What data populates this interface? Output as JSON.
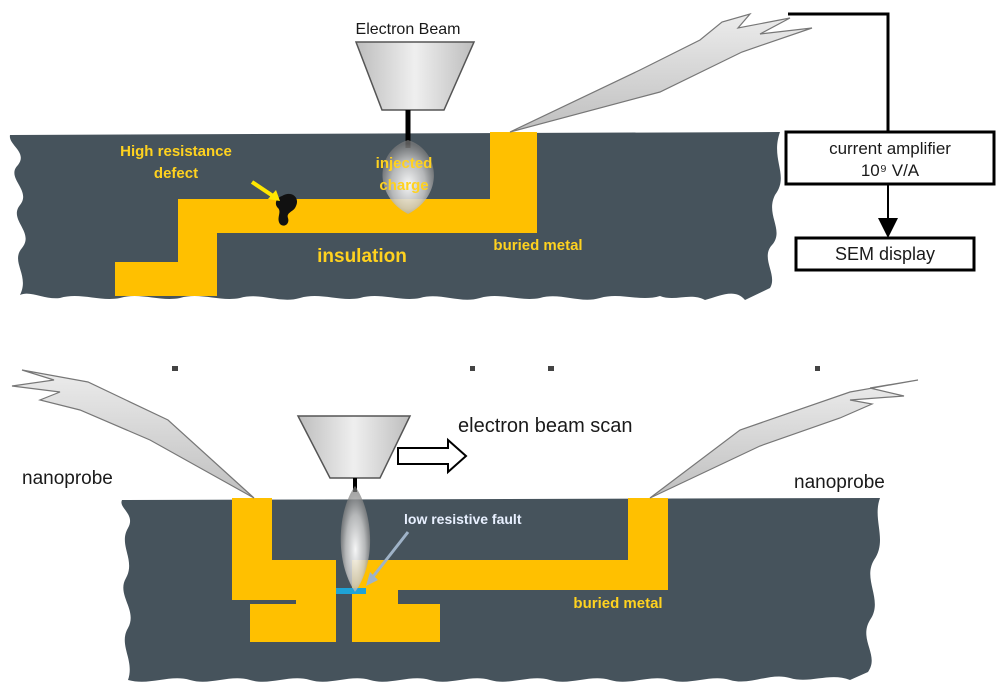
{
  "top_diagram": {
    "electron_beam_label": "Electron Beam",
    "high_resistance_line1": "High resistance",
    "high_resistance_line2": "defect",
    "injected_line1": "injected",
    "injected_line2": "charge",
    "insulation_label": "insulation",
    "buried_metal_label": "buried metal",
    "amplifier_line1": "current amplifier",
    "amplifier_line2": "10⁹ V/A",
    "display_label": "SEM display"
  },
  "bottom_diagram": {
    "scan_label": "electron beam scan",
    "nanoprobe_left": "nanoprobe",
    "nanoprobe_right": "nanoprobe",
    "fault_label": "low resistive fault",
    "buried_metal_label": "buried metal"
  },
  "colors": {
    "substrate": "#46535c",
    "metal": "#ffc000",
    "probe": "#d9d9d9",
    "fault": "#1fa3d6"
  }
}
